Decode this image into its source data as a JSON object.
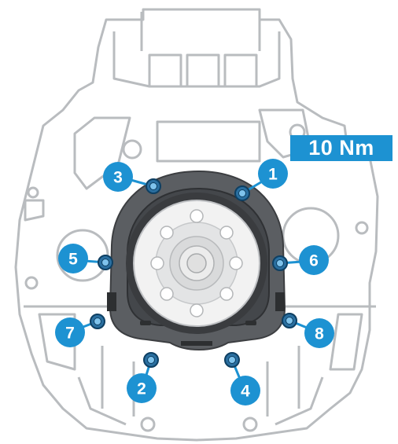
{
  "torque": {
    "label": "10 Nm"
  },
  "colors": {
    "accent": "#1d92d2",
    "outline": "#b9bcbf",
    "seal": "#5b5e62"
  },
  "sequence": [
    {
      "label": "1",
      "icon": "bolt-icon"
    },
    {
      "label": "2",
      "icon": "bolt-icon"
    },
    {
      "label": "3",
      "icon": "bolt-icon"
    },
    {
      "label": "4",
      "icon": "bolt-icon"
    },
    {
      "label": "5",
      "icon": "bolt-icon"
    },
    {
      "label": "6",
      "icon": "bolt-icon"
    },
    {
      "label": "7",
      "icon": "bolt-icon"
    },
    {
      "label": "8",
      "icon": "bolt-icon"
    }
  ]
}
